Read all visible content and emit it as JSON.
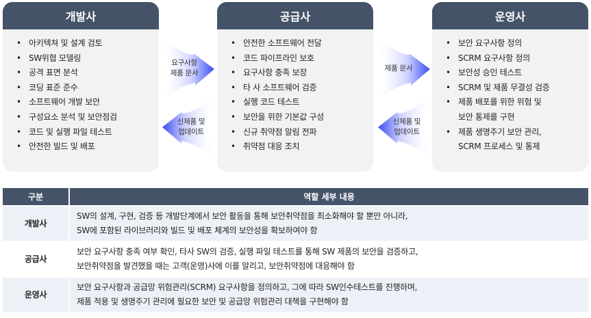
{
  "boxes": [
    {
      "title": "개발사",
      "items": [
        "아키텍쳐 및 설계 검토",
        "SW위협 모델링",
        "공격 표면 분석",
        "코딩 표준 준수",
        "소프트웨어 개발 보안",
        "구성요소 분석 및 보안점검",
        "코드 및 실행 파일 테스트",
        "안전한 빌드 및 배포"
      ]
    },
    {
      "title": "공급사",
      "items": [
        "안전한 소프트웨어 전달",
        "코드 파이프라인 보호",
        "요구사항 충족 보장",
        "타 사 소프트웨어 검증",
        "실행 코드 테스트",
        "보안을 위한 기본값 구성",
        "신규 취약점 알림 전파",
        "취약점 대응 조치"
      ]
    },
    {
      "title": "운영사",
      "items": [
        "보안 요구사항 정의",
        "SCRM 요구사항 정의",
        "보안성 승인 테스트",
        "SCRM 및 제품 무결성 검증",
        "제품 배포를 위한 위험 및",
        "보안 통제를 구현",
        "제품 생명주기 보안 관리,",
        "SCRM 프로세스 및 통제"
      ]
    }
  ],
  "arrows": {
    "a1": {
      "line1": "요구사항",
      "line2": "제품 문서"
    },
    "a2": {
      "line1": "신제품 및",
      "line2": "업데이트"
    },
    "a3": {
      "line1": "제품 문서"
    },
    "a4": {
      "line1": "신제품 및",
      "line2": "업데이트"
    }
  },
  "table": {
    "headers": [
      "구분",
      "역할 세부 내용"
    ],
    "rows": [
      {
        "role": "개발사",
        "line1": "SW의 설계, 구현, 검증 등 개발단계에서 보안 활동을 통해 보안취약점을 최소화해야 할 뿐만 아니라,",
        "line2": "SW에 포함된 라이브러리와 빌드 및 배포 체계의 보안성을 확보하여야 함"
      },
      {
        "role": "공급사",
        "line1": "보안 요구사항 충족 여부 확인, 타사 SW의 검증, 실행 파일 테스트를 통해 SW 제품의 보안을 검증하고,",
        "line2": "보안취약점을 발견했을 때는 고객(운영)사에 이를 알리고, 보안취약점에 대응해야 함"
      },
      {
        "role": "운영사",
        "line1": "보안 요구사항과 공급망 위험관리(SCRM) 요구사항을 정의하고, 그에 따라 SW인수테스트를 진행하며,",
        "line2": "제품 적용 및 생명주기 관리에 필요한 보안 및 공급망 위험관리 대책을 구현해야 함"
      }
    ]
  },
  "colors": {
    "header": "#455368",
    "panel": "#f2f2f2",
    "arrow": "#3a4df0"
  }
}
